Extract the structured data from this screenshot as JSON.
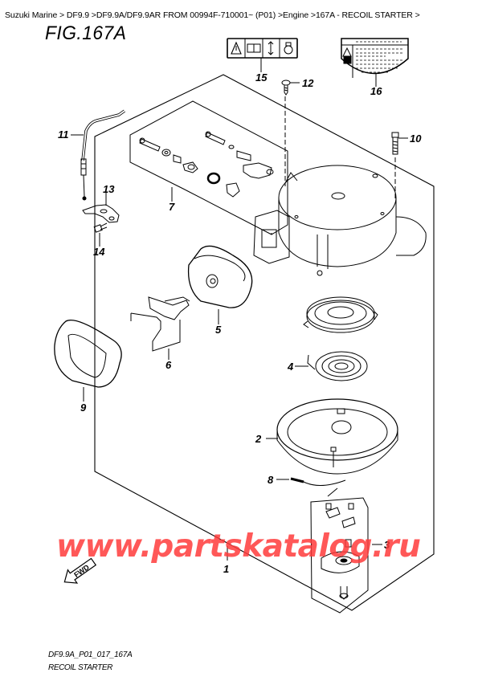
{
  "breadcrumb": {
    "items": [
      "Suzuki Marine",
      "DF9.9",
      "DF9.9A/DF9.9AR FROM 00994F-710001~ (P01)",
      "Engine",
      "167A - RECOIL STARTER"
    ],
    "text": "Suzuki Marine > DF9.9 >DF9.9A/DF9.9AR FROM 00994F-710001~ (P01) >Engine >167A - RECOIL STARTER >"
  },
  "figure": {
    "title": "FIG.167A",
    "code": "DF9.9A_P01_017_167A",
    "name": "RECOIL STARTER"
  },
  "watermark": "www.partskatalog.ru",
  "fwd_label": "FWD",
  "callouts": [
    {
      "id": "1",
      "label": "1"
    },
    {
      "id": "2",
      "label": "2"
    },
    {
      "id": "3",
      "label": "3"
    },
    {
      "id": "4",
      "label": "4"
    },
    {
      "id": "5",
      "label": "5"
    },
    {
      "id": "6",
      "label": "6"
    },
    {
      "id": "7",
      "label": "7"
    },
    {
      "id": "8",
      "label": "8"
    },
    {
      "id": "9",
      "label": "9"
    },
    {
      "id": "10",
      "label": "10"
    },
    {
      "id": "11",
      "label": "11"
    },
    {
      "id": "12",
      "label": "12"
    },
    {
      "id": "13",
      "label": "13"
    },
    {
      "id": "14",
      "label": "14"
    },
    {
      "id": "15",
      "label": "15"
    },
    {
      "id": "16",
      "label": "16"
    }
  ],
  "colors": {
    "line": "#000000",
    "watermark": "#ff3b3b",
    "background": "#ffffff"
  }
}
